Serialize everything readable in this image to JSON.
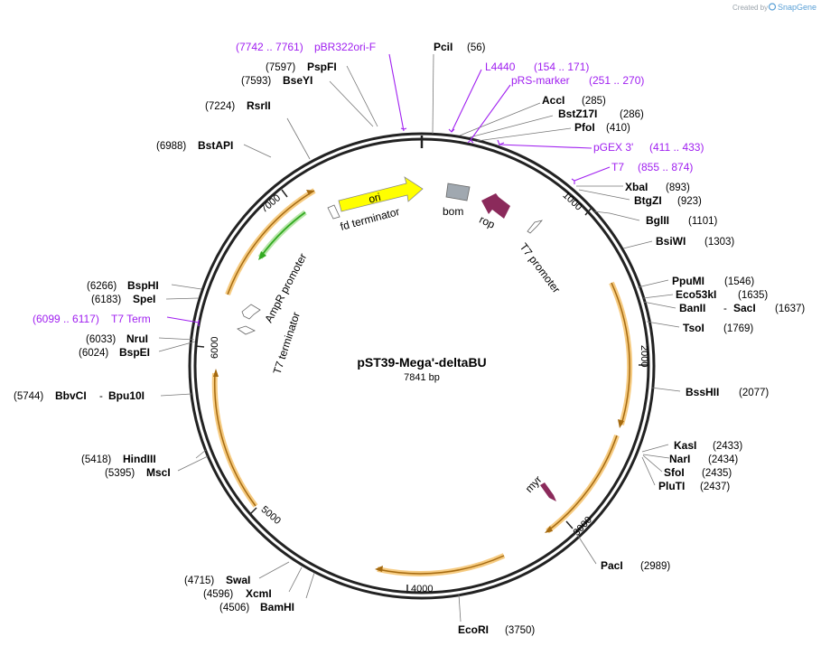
{
  "branding": {
    "created_by": "Created by",
    "name": "SnapGene"
  },
  "plasmid": {
    "name": "pST39-Mega'-deltaBU",
    "length_label": "7841 bp",
    "length": 7841
  },
  "ticks": [
    "1000",
    "2000",
    "3000",
    "4000",
    "5000",
    "6000",
    "7000"
  ],
  "enzymes": [
    {
      "id": "pcii",
      "name": "PciI",
      "pos": "(56)"
    },
    {
      "id": "acci",
      "name": "AccI",
      "pos": "(285)"
    },
    {
      "id": "bstz17i",
      "name": "BstZ17I",
      "pos": "(286)"
    },
    {
      "id": "pfoi",
      "name": "PfoI",
      "pos": "(410)"
    },
    {
      "id": "xbai",
      "name": "XbaI",
      "pos": "(893)"
    },
    {
      "id": "btgzi",
      "name": "BtgZI",
      "pos": "(923)"
    },
    {
      "id": "bglii",
      "name": "BglII",
      "pos": "(1101)"
    },
    {
      "id": "bsiwi",
      "name": "BsiWI",
      "pos": "(1303)"
    },
    {
      "id": "ppumi",
      "name": "PpuMI",
      "pos": "(1546)"
    },
    {
      "id": "eco53ki",
      "name": "Eco53kI",
      "pos": "(1635)"
    },
    {
      "id": "banii",
      "name": "BanII",
      "name2": "SacI",
      "sep": "-",
      "pos": "(1637)"
    },
    {
      "id": "tsoi",
      "name": "TsoI",
      "pos": "(1769)"
    },
    {
      "id": "bsshii",
      "name": "BssHII",
      "pos": "(2077)"
    },
    {
      "id": "kasi",
      "name": "KasI",
      "pos": "(2433)"
    },
    {
      "id": "nari",
      "name": "NarI",
      "pos": "(2434)"
    },
    {
      "id": "sfoi",
      "name": "SfoI",
      "pos": "(2435)"
    },
    {
      "id": "pluti",
      "name": "PluTI",
      "pos": "(2437)"
    },
    {
      "id": "paci",
      "name": "PacI",
      "pos": "(2989)"
    },
    {
      "id": "ecori",
      "name": "EcoRI",
      "pos": "(3750)"
    },
    {
      "id": "bamhi",
      "name": "BamHI",
      "pos": "(4506)"
    },
    {
      "id": "xcmi",
      "name": "XcmI",
      "pos": "(4596)"
    },
    {
      "id": "swai",
      "name": "SwaI",
      "pos": "(4715)"
    },
    {
      "id": "msci",
      "name": "MscI",
      "pos": "(5395)"
    },
    {
      "id": "hindiii",
      "name": "HindIII",
      "pos": "(5418)"
    },
    {
      "id": "bbvci",
      "name": "BbvCI",
      "name2": "Bpu10I",
      "sep": "-",
      "pos": "(5744)"
    },
    {
      "id": "bspei",
      "name": "BspEI",
      "pos": "(6024)"
    },
    {
      "id": "nrui",
      "name": "NruI",
      "pos": "(6033)"
    },
    {
      "id": "spei",
      "name": "SpeI",
      "pos": "(6183)"
    },
    {
      "id": "bsphi",
      "name": "BspHI",
      "pos": "(6266)"
    },
    {
      "id": "bstapi",
      "name": "BstAPI",
      "pos": "(6988)"
    },
    {
      "id": "rsrii",
      "name": "RsrII",
      "pos": "(7224)"
    },
    {
      "id": "bseyi",
      "name": "BseYI",
      "pos": "(7593)"
    },
    {
      "id": "pspfi",
      "name": "PspFI",
      "pos": "(7597)"
    }
  ],
  "primers": [
    {
      "id": "pbr322ori-f",
      "name": "pBR322ori-F",
      "range": "(7742 .. 7761)"
    },
    {
      "id": "l4440",
      "name": "L4440",
      "range": "(154 .. 171)"
    },
    {
      "id": "prs-marker",
      "name": "pRS-marker",
      "range": "(251 .. 270)"
    },
    {
      "id": "pgex3",
      "name": "pGEX 3'",
      "range": "(411 .. 433)"
    },
    {
      "id": "t7",
      "name": "T7",
      "range": "(855 .. 874)"
    },
    {
      "id": "t7-term",
      "name": "T7 Term",
      "range": "(6099 .. 6117)"
    }
  ],
  "features": {
    "ori": "ori",
    "fd_terminator": "fd terminator",
    "bom": "bom",
    "rop": "rop",
    "t7_promoter": "T7 promoter",
    "ampr_promoter": "AmpR promoter",
    "t7_terminator": "T7 terminator",
    "myr": "myr"
  },
  "colors": {
    "backbone": "#222222",
    "orf": "#f5c26b",
    "orf_line": "#a56a10",
    "primer": "#a020f0",
    "ori": "#ffff00",
    "ampr": "#33aa22",
    "rop": "#8b2a5b",
    "bom": "#a0a8b0"
  }
}
